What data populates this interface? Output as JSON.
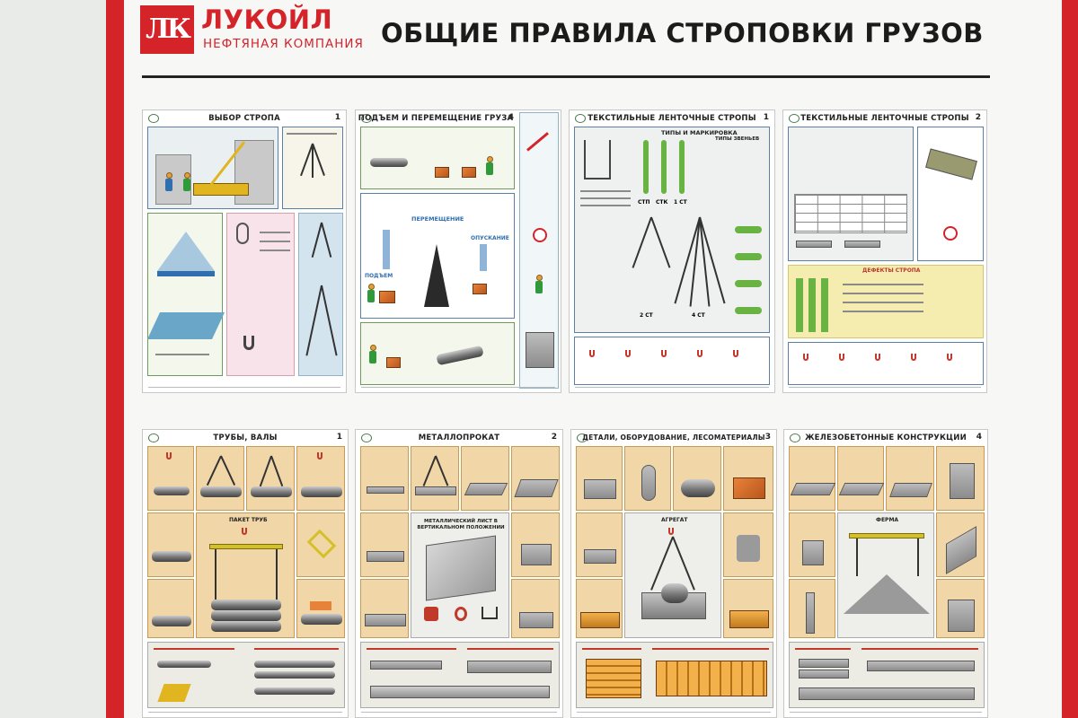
{
  "header": {
    "logo_letters": "ЛК",
    "brand_name": "ЛУКОЙЛ",
    "brand_sub": "НЕФТЯНАЯ КОМПАНИЯ",
    "title": "ОБЩИЕ ПРАВИЛА СТРОПОВКИ ГРУЗОВ"
  },
  "posters": [
    {
      "id": "p1",
      "title": "ВЫБОР СТРОПА",
      "number": "1"
    },
    {
      "id": "p2",
      "title": "ПОДЪЕМ И ПЕРЕМЕЩЕНИЕ ГРУЗА",
      "number": "4"
    },
    {
      "id": "p3",
      "title": "ТЕКСТИЛЬНЫЕ ЛЕНТОЧНЫЕ СТРОПЫ",
      "number": "1"
    },
    {
      "id": "p4",
      "title": "ТЕКСТИЛЬНЫЕ ЛЕНТОЧНЫЕ СТРОПЫ",
      "number": "2"
    },
    {
      "id": "p5",
      "title": "ТРУБЫ, ВАЛЫ",
      "number": "1"
    },
    {
      "id": "p6",
      "title": "МЕТАЛЛОПРОКАТ",
      "number": "2"
    },
    {
      "id": "p7",
      "title": "ДЕТАЛИ, ОБОРУДОВАНИЕ, ЛЕСОМАТЕРИАЛЫ",
      "number": "3"
    },
    {
      "id": "p8",
      "title": "ЖЕЛЕЗОБЕТОННЫЕ КОНСТРУКЦИИ",
      "number": "4"
    }
  ],
  "labels": {
    "p2_moving": "ПЕРЕМЕЩЕНИЕ",
    "p2_lowering": "ОПУСКАНИЕ",
    "p2_lifting": "ПОДЪЕМ",
    "p3_types_marking": "ТИПЫ И МАРКИРОВКА",
    "p3_types_links": "ТИПЫ ЗВЕНЬЕВ",
    "p3_stp": "СТП",
    "p3_stk": "СТК",
    "p3_1st": "1 СТ",
    "p3_2st": "2 СТ",
    "p3_4st": "4 СТ",
    "p4_defects": "ДЕФЕКТЫ СТРОПА",
    "p5_pipe_pack": "ПАКЕТ ТРУБ",
    "p6_sheet": "МЕТАЛЛИЧЕСКИЙ ЛИСТ В ВЕРТИКАЛЬНОМ ПОЛОЖЕНИИ",
    "p7_unit": "АГРЕГАТ",
    "p8_truss": "ФЕРМА"
  },
  "colors": {
    "brand_red": "#d5232a",
    "frame_blue": "#5a7fa8",
    "tile_peach": "#f1d6a8"
  }
}
